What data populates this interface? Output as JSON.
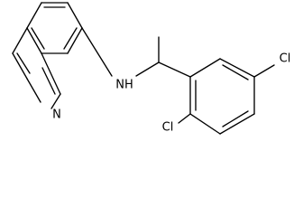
{
  "atoms": {
    "quinoline_n": "N",
    "amine_nh": "NH",
    "chloro_top": "Cl",
    "chloro_bottom": "Cl"
  },
  "colors": {
    "bond": "#000000",
    "background": "#ffffff"
  }
}
